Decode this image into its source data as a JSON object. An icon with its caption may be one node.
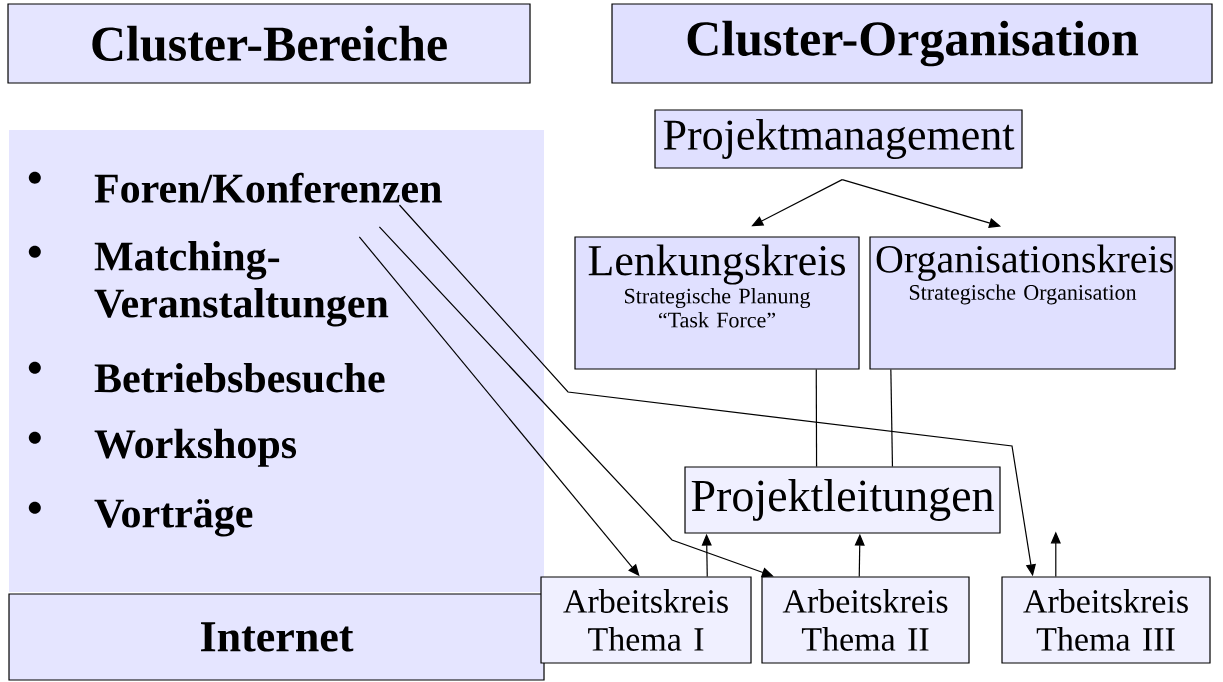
{
  "diagram": {
    "nodes": [
      {
        "text": [
          "Cluster-Bereiche"
        ]
      },
      {
        "text": [
          "Cluster-Organisation"
        ]
      },
      {
        "text": [],
        "shape": "box"
      },
      {
        "text": [
          "Foren/Konferenzen"
        ],
        "in": 2
      },
      {
        "text": [
          "Matching- Veranstaltungen"
        ],
        "in": 2
      },
      {
        "text": [
          "Betriebsbesuche"
        ],
        "in": 2
      },
      {
        "text": [
          "Workshops"
        ],
        "in": 2
      },
      {
        "text": [
          "Vorträge"
        ],
        "in": 2
      },
      {
        "text": [
          "Internet"
        ]
      },
      {
        "text": [
          "Projektmanagement"
        ]
      },
      {
        "text": [
          "Lenkungskreis",
          "Strategische Planung “Task Force”"
        ]
      },
      {
        "text": [
          "Organisationskreis",
          "Strategische Organisation"
        ]
      },
      {
        "text": [
          "Projektleitungen"
        ]
      },
      {
        "text": [
          "Arbeitskreis Thema I"
        ]
      },
      {
        "text": [
          "Arbeitskreis Thema II"
        ]
      },
      {
        "text": [
          "Arbeitskreis Thema III"
        ]
      }
    ],
    "edges": [
      {
        "from": 9,
        "to": 10,
        "arrow": "to"
      },
      {
        "from": 9,
        "to": 11,
        "arrow": "to"
      },
      {
        "from": 10,
        "to": 12,
        "arrow": "none"
      },
      {
        "from": 11,
        "to": 12,
        "arrow": "none"
      },
      {
        "from": 13,
        "to": 12,
        "arrow": "to"
      },
      {
        "from": 14,
        "to": 12,
        "arrow": "to"
      },
      {
        "from": 15,
        "to": null,
        "arrow": "to"
      },
      {
        "from": 4,
        "to": 13,
        "arrow": "to"
      },
      {
        "from": 4,
        "to": 14,
        "arrow": "to"
      },
      {
        "from": 3,
        "to": 15,
        "arrow": "to"
      }
    ]
  }
}
